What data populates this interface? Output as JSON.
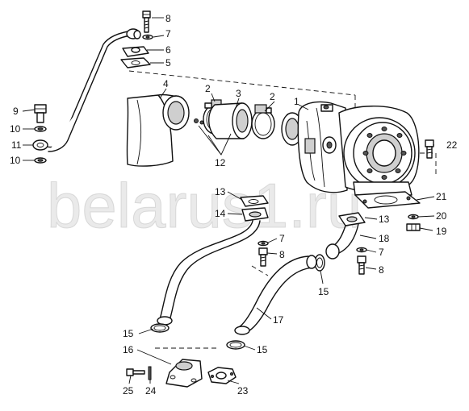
{
  "watermark": "belarus1.ru",
  "callouts": {
    "c1": "1",
    "c2a": "2",
    "c2b": "2",
    "c3": "3",
    "c4": "4",
    "c5": "5",
    "c6": "6",
    "c7a": "7",
    "c7b": "7",
    "c7c": "7",
    "c8a": "8",
    "c8b": "8",
    "c8c": "8",
    "c9": "9",
    "c10a": "10",
    "c10b": "10",
    "c11": "11",
    "c12": "12",
    "c13a": "13",
    "c13b": "13",
    "c14": "14",
    "c15a": "15",
    "c15b": "15",
    "c15c": "15",
    "c16": "16",
    "c17": "17",
    "c18": "18",
    "c19": "19",
    "c20": "20",
    "c21": "21",
    "c22": "22",
    "c23": "23",
    "c24": "24",
    "c25": "25"
  }
}
